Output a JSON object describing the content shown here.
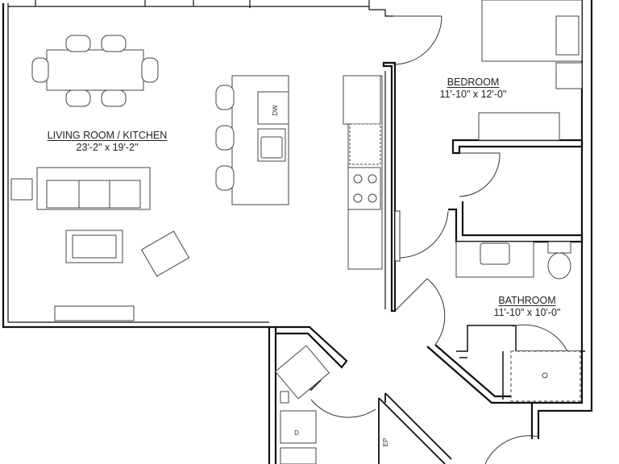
{
  "rooms": {
    "living": {
      "name": "LIVING ROOM / KITCHEN",
      "size": "23'-2\" x 19'-2\""
    },
    "bedroom": {
      "name": "BEDROOM",
      "size": "11'-10\" x 12'-0\""
    },
    "bathroom": {
      "name": "BATHROOM",
      "size": "11'-10\" x 10'-0\""
    }
  },
  "fixtures": {
    "dishwasher": "DW",
    "dryer": "D",
    "electrical_panel": "EP"
  },
  "colors": {
    "wall": "#111111",
    "line": "#555555",
    "fill": "#ffffff"
  }
}
